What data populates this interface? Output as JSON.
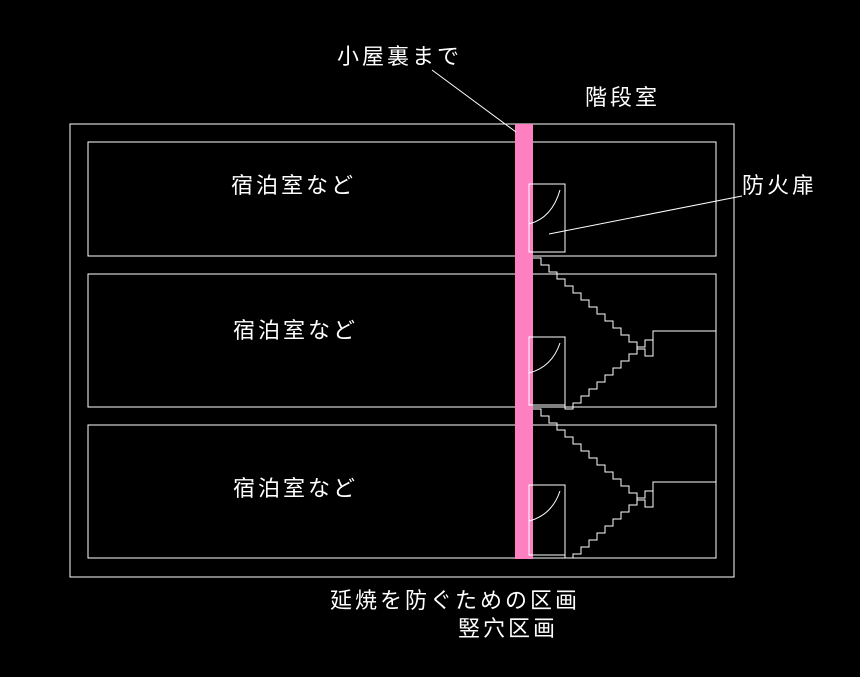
{
  "labels": {
    "attic": "小屋裏まで",
    "stairwell": "階段室",
    "fire_door": "防火扉",
    "room_1": "宿泊室など",
    "room_2": "宿泊室など",
    "room_3": "宿泊室など",
    "caption_line1": "延焼を防ぐための区画",
    "caption_line2": "竪穴区画"
  },
  "colors": {
    "background": "#000000",
    "lines": "#ffffff",
    "fire_wall": "#ff80c0"
  }
}
